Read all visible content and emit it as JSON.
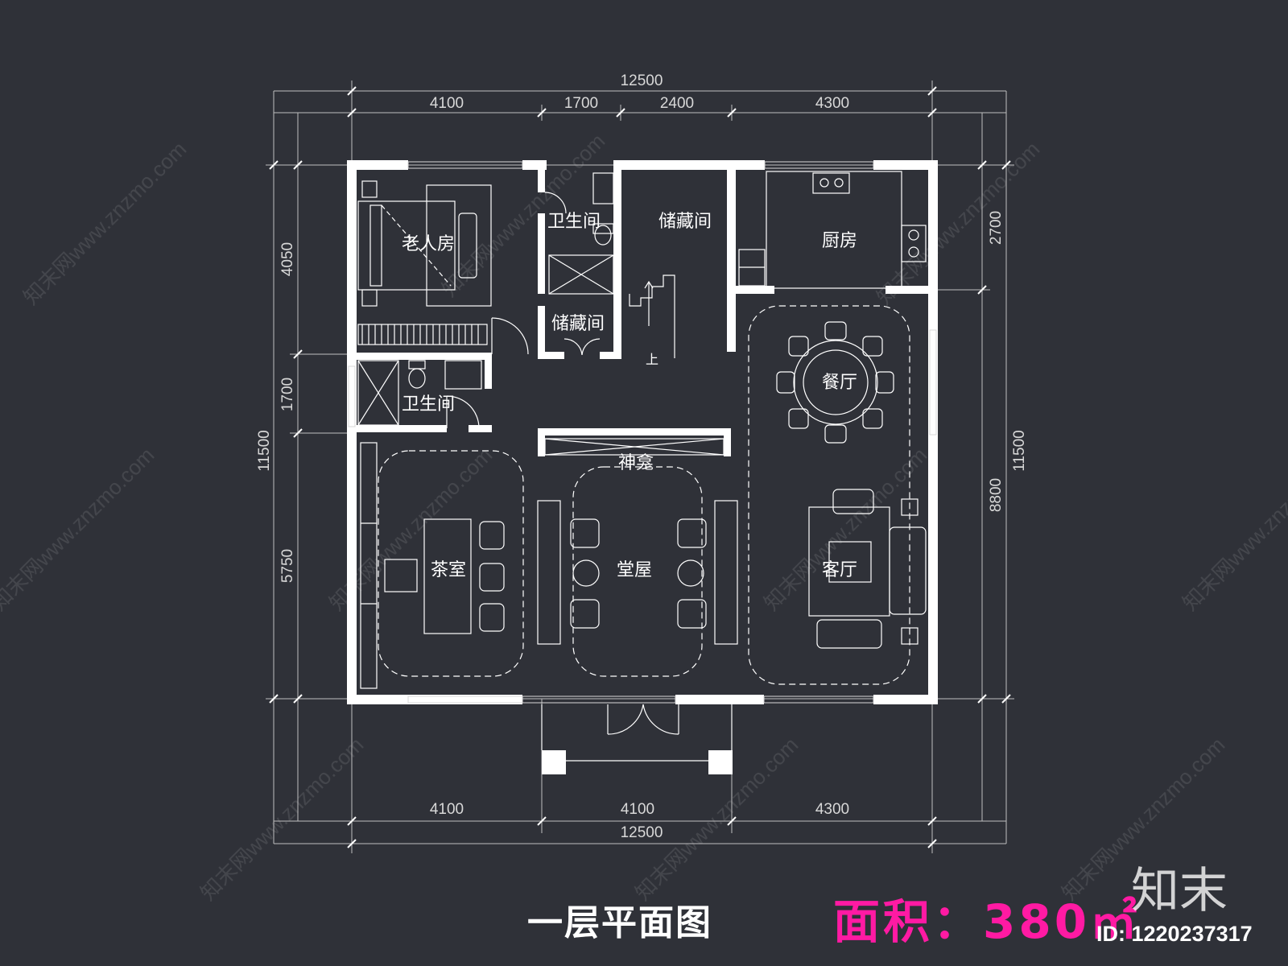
{
  "dimensions": {
    "top_total": "12500",
    "top_segments": [
      "4100",
      "1700",
      "2400",
      "4300"
    ],
    "bottom_segments": [
      "4100",
      "4100",
      "4300"
    ],
    "bottom_total": "12500",
    "left_segments": [
      "4050",
      "1700",
      "5750"
    ],
    "left_total": "11500",
    "right_segments": [
      "2700",
      "8800"
    ],
    "right_total": "11500"
  },
  "rooms": {
    "elder_room": "老人房",
    "bath_upper": "卫生间",
    "storage_upper": "储藏间",
    "kitchen": "厨房",
    "storage_small": "储藏间",
    "bath_lower": "卫生间",
    "dining": "餐厅",
    "shrine": "神龛",
    "tea_room": "茶室",
    "main_hall": "堂屋",
    "living": "客厅",
    "stair_up": "上"
  },
  "title": "一层平面图",
  "area_label": "面积：380㎡",
  "brand": "知末",
  "image_id": "ID: 1220237317",
  "watermark_text": "知末网www.znzmo.com",
  "colors": {
    "background": "#2f3138",
    "wall": "#ffffff",
    "accent": "#ff1aa3"
  }
}
